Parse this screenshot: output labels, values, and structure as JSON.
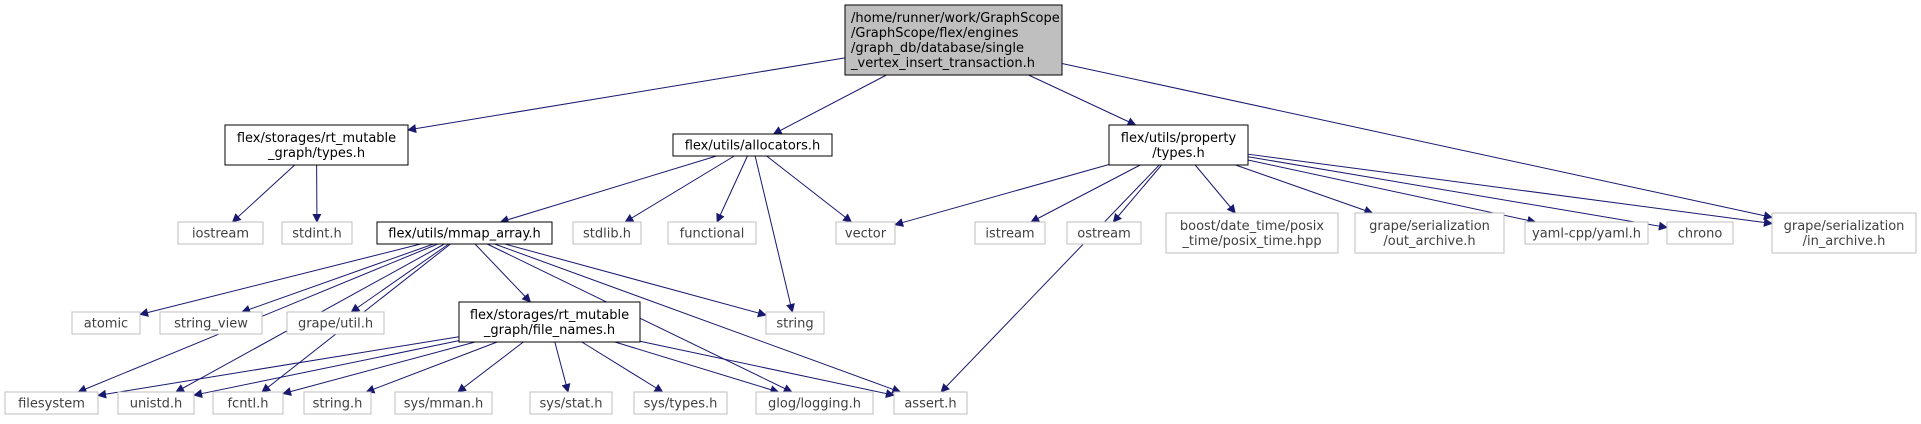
{
  "colors": {
    "edge": "#191970",
    "root_fill": "#bfbfbf",
    "project_border": "#000000",
    "external_border": "#bfbfbf",
    "project_text": "#000000",
    "external_text": "#404040"
  },
  "nodes": [
    {
      "id": "root",
      "kind": "root",
      "lines": [
        "/home/runner/work/GraphScope",
        "/GraphScope/flex/engines",
        "/graph_db/database/single",
        "_vertex_insert_transaction.h"
      ]
    },
    {
      "id": "rt_types",
      "kind": "project",
      "lines": [
        "flex/storages/rt_mutable",
        "_graph/types.h"
      ]
    },
    {
      "id": "allocators",
      "kind": "project",
      "lines": [
        "flex/utils/allocators.h"
      ]
    },
    {
      "id": "property_types",
      "kind": "project",
      "lines": [
        "flex/utils/property",
        "/types.h"
      ]
    },
    {
      "id": "iostream",
      "kind": "external",
      "lines": [
        "iostream"
      ]
    },
    {
      "id": "stdint",
      "kind": "external",
      "lines": [
        "stdint.h"
      ]
    },
    {
      "id": "mmap_array",
      "kind": "project",
      "lines": [
        "flex/utils/mmap_array.h"
      ]
    },
    {
      "id": "stdlib",
      "kind": "external",
      "lines": [
        "stdlib.h"
      ]
    },
    {
      "id": "functional",
      "kind": "external",
      "lines": [
        "functional"
      ]
    },
    {
      "id": "vector",
      "kind": "external",
      "lines": [
        "vector"
      ]
    },
    {
      "id": "istream",
      "kind": "external",
      "lines": [
        "istream"
      ]
    },
    {
      "id": "ostream",
      "kind": "external",
      "lines": [
        "ostream"
      ]
    },
    {
      "id": "posix_time",
      "kind": "external",
      "lines": [
        "boost/date_time/posix",
        "_time/posix_time.hpp"
      ]
    },
    {
      "id": "out_archive",
      "kind": "external",
      "lines": [
        "grape/serialization",
        "/out_archive.h"
      ]
    },
    {
      "id": "yaml",
      "kind": "external",
      "lines": [
        "yaml-cpp/yaml.h"
      ]
    },
    {
      "id": "chrono",
      "kind": "external",
      "lines": [
        "chrono"
      ]
    },
    {
      "id": "in_archive",
      "kind": "external",
      "lines": [
        "grape/serialization",
        "/in_archive.h"
      ]
    },
    {
      "id": "atomic",
      "kind": "external",
      "lines": [
        "atomic"
      ]
    },
    {
      "id": "string_view",
      "kind": "external",
      "lines": [
        "string_view"
      ]
    },
    {
      "id": "grape_util",
      "kind": "external",
      "lines": [
        "grape/util.h"
      ]
    },
    {
      "id": "file_names",
      "kind": "project",
      "lines": [
        "flex/storages/rt_mutable",
        "_graph/file_names.h"
      ]
    },
    {
      "id": "string",
      "kind": "external",
      "lines": [
        "string"
      ]
    },
    {
      "id": "filesystem",
      "kind": "external",
      "lines": [
        "filesystem"
      ]
    },
    {
      "id": "unistd",
      "kind": "external",
      "lines": [
        "unistd.h"
      ]
    },
    {
      "id": "fcntl",
      "kind": "external",
      "lines": [
        "fcntl.h"
      ]
    },
    {
      "id": "string_h",
      "kind": "external",
      "lines": [
        "string.h"
      ]
    },
    {
      "id": "sys_mman",
      "kind": "external",
      "lines": [
        "sys/mman.h"
      ]
    },
    {
      "id": "sys_stat",
      "kind": "external",
      "lines": [
        "sys/stat.h"
      ]
    },
    {
      "id": "sys_types",
      "kind": "external",
      "lines": [
        "sys/types.h"
      ]
    },
    {
      "id": "glog",
      "kind": "external",
      "lines": [
        "glog/logging.h"
      ]
    },
    {
      "id": "assert",
      "kind": "external",
      "lines": [
        "assert.h"
      ]
    }
  ],
  "edges": [
    [
      "root",
      "rt_types"
    ],
    [
      "root",
      "allocators"
    ],
    [
      "root",
      "property_types"
    ],
    [
      "root",
      "in_archive"
    ],
    [
      "rt_types",
      "iostream"
    ],
    [
      "rt_types",
      "stdint"
    ],
    [
      "allocators",
      "mmap_array"
    ],
    [
      "allocators",
      "stdlib"
    ],
    [
      "allocators",
      "functional"
    ],
    [
      "allocators",
      "vector"
    ],
    [
      "allocators",
      "string"
    ],
    [
      "property_types",
      "vector"
    ],
    [
      "property_types",
      "istream"
    ],
    [
      "property_types",
      "ostream"
    ],
    [
      "property_types",
      "posix_time"
    ],
    [
      "property_types",
      "out_archive"
    ],
    [
      "property_types",
      "yaml"
    ],
    [
      "property_types",
      "chrono"
    ],
    [
      "property_types",
      "in_archive"
    ],
    [
      "property_types",
      "assert"
    ],
    [
      "mmap_array",
      "atomic"
    ],
    [
      "mmap_array",
      "string_view"
    ],
    [
      "mmap_array",
      "grape_util"
    ],
    [
      "mmap_array",
      "file_names"
    ],
    [
      "mmap_array",
      "string"
    ],
    [
      "mmap_array",
      "filesystem"
    ],
    [
      "mmap_array",
      "unistd"
    ],
    [
      "mmap_array",
      "fcntl"
    ],
    [
      "mmap_array",
      "glog"
    ],
    [
      "mmap_array",
      "assert"
    ],
    [
      "file_names",
      "filesystem"
    ],
    [
      "file_names",
      "unistd"
    ],
    [
      "file_names",
      "fcntl"
    ],
    [
      "file_names",
      "string_h"
    ],
    [
      "file_names",
      "sys_mman"
    ],
    [
      "file_names",
      "sys_stat"
    ],
    [
      "file_names",
      "sys_types"
    ],
    [
      "file_names",
      "glog"
    ],
    [
      "file_names",
      "assert"
    ]
  ]
}
